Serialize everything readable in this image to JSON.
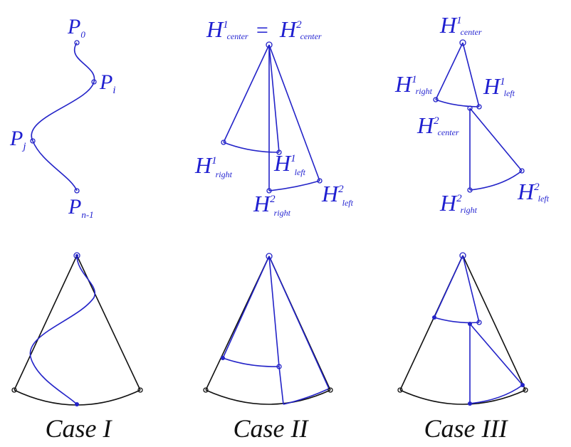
{
  "colors": {
    "curve": "#2323c8",
    "outline": "#111111",
    "label": "#1f1fd0"
  },
  "panel_a": {
    "p0": {
      "main": "P",
      "sub": "0"
    },
    "pi": {
      "main": "P",
      "sub": "i"
    },
    "pj": {
      "main": "P",
      "sub": "j"
    },
    "pn": {
      "main": "P",
      "sub": "n-1"
    }
  },
  "panel_b": {
    "h1c": {
      "main": "H",
      "sup": "1",
      "sub": "center"
    },
    "eq": "=",
    "h2c": {
      "main": "H",
      "sup": "2",
      "sub": "center"
    },
    "h1r": {
      "main": "H",
      "sup": "1",
      "sub": "right"
    },
    "h1l": {
      "main": "H",
      "sup": "1",
      "sub": "left"
    },
    "h2r": {
      "main": "H",
      "sup": "2",
      "sub": "right"
    },
    "h2l": {
      "main": "H",
      "sup": "2",
      "sub": "left"
    }
  },
  "panel_c": {
    "h1c": {
      "main": "H",
      "sup": "1",
      "sub": "center"
    },
    "h1r": {
      "main": "H",
      "sup": "1",
      "sub": "right"
    },
    "h1l": {
      "main": "H",
      "sup": "1",
      "sub": "left"
    },
    "h2c": {
      "main": "H",
      "sup": "2",
      "sub": "center"
    },
    "h2r": {
      "main": "H",
      "sup": "2",
      "sub": "right"
    },
    "h2l": {
      "main": "H",
      "sup": "2",
      "sub": "left"
    }
  },
  "captions": [
    "Case I",
    "Case II",
    "Case III"
  ]
}
